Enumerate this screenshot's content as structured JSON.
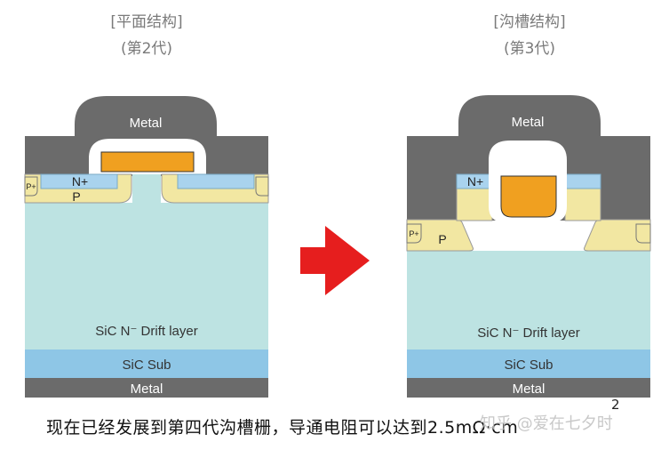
{
  "left_panel": {
    "title_line1": "[平面结构]",
    "title_line2": "(第2代)",
    "labels": {
      "metal_top": "Metal",
      "n_plus": "N+",
      "p": "P",
      "p_plus": "P+",
      "drift": "SiC N⁻ Drift layer",
      "sub": "SiC Sub",
      "metal_bottom": "Metal"
    }
  },
  "right_panel": {
    "title_line1": "[沟槽结构]",
    "title_line2": "(第3代)",
    "labels": {
      "metal_top": "Metal",
      "n_plus": "N+",
      "p": "P",
      "p_plus": "P+",
      "drift": "SiC N⁻ Drift layer",
      "sub": "SiC Sub",
      "metal_bottom": "Metal"
    }
  },
  "caption": "现在已经发展到第四代沟槽栅，导通电阻可以达到2.5mΩ·cm",
  "watermark": "知乎 @爱在七夕时",
  "watermark_num": "2",
  "colors": {
    "metal": "#6b6b6b",
    "drift": "#bde3e2",
    "sub": "#8ec6e6",
    "p_region": "#f2e7a2",
    "n_plus": "#a9d3ee",
    "gate": "#f0a020",
    "oxide": "#ffffff",
    "arrow": "#e61e1e"
  }
}
